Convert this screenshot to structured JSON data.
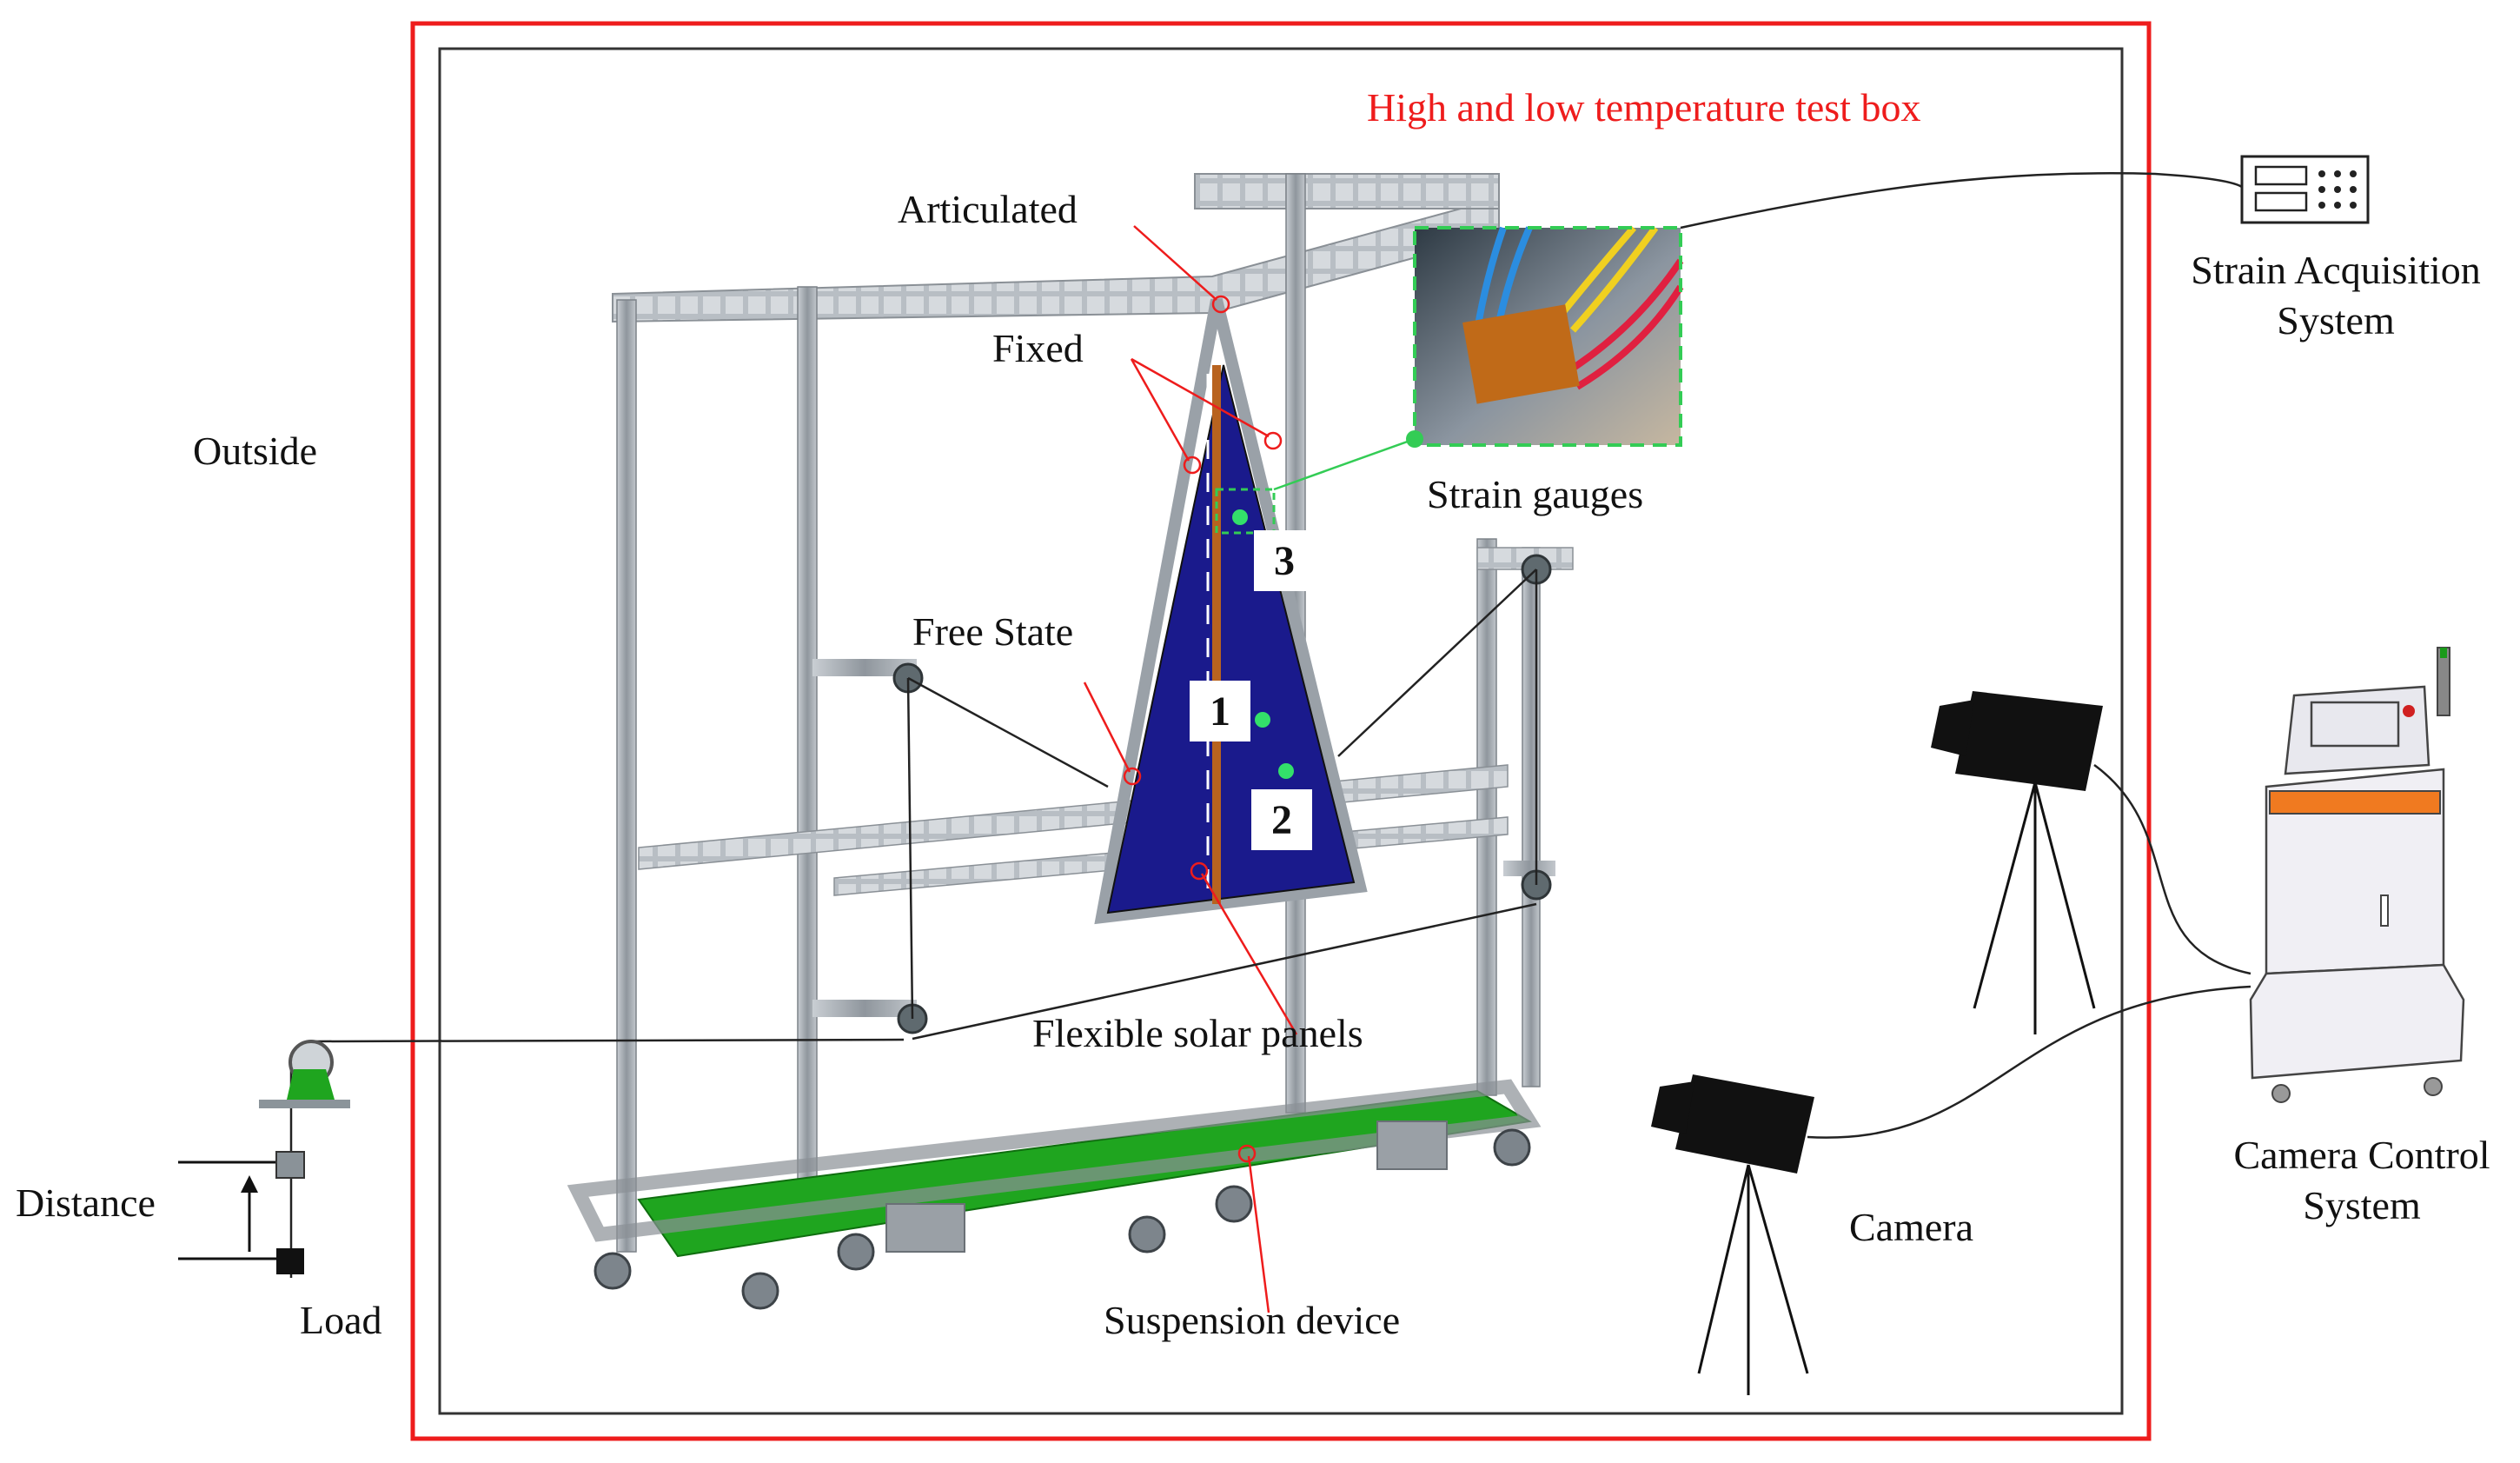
{
  "enclosure": {
    "title": "High and low temperature test box",
    "outer_border_color": "#ee1c1c",
    "inner_border_color": "#333333"
  },
  "labels": {
    "outside": "Outside",
    "articulated": "Articulated",
    "fixed": "Fixed",
    "free_state": "Free State",
    "strain_gauges": "Strain gauges",
    "flexible_solar_panels": "Flexible solar panels",
    "suspension_device": "Suspension device",
    "camera": "Camera",
    "distance": "Distance",
    "load": "Load",
    "strain_acquisition_line1": "Strain Acquisition",
    "strain_acquisition_line2": "System",
    "camera_control_line1": "Camera Control",
    "camera_control_line2": "System"
  },
  "measurement_points": [
    "1",
    "2",
    "3"
  ],
  "colors": {
    "panel": "#1a1a8c",
    "frame": "#9aa1a8",
    "platform": "#1fa51f",
    "marker": "#33e06a",
    "callout": "#ee1c1c",
    "gauge_box": "#33cc55"
  }
}
